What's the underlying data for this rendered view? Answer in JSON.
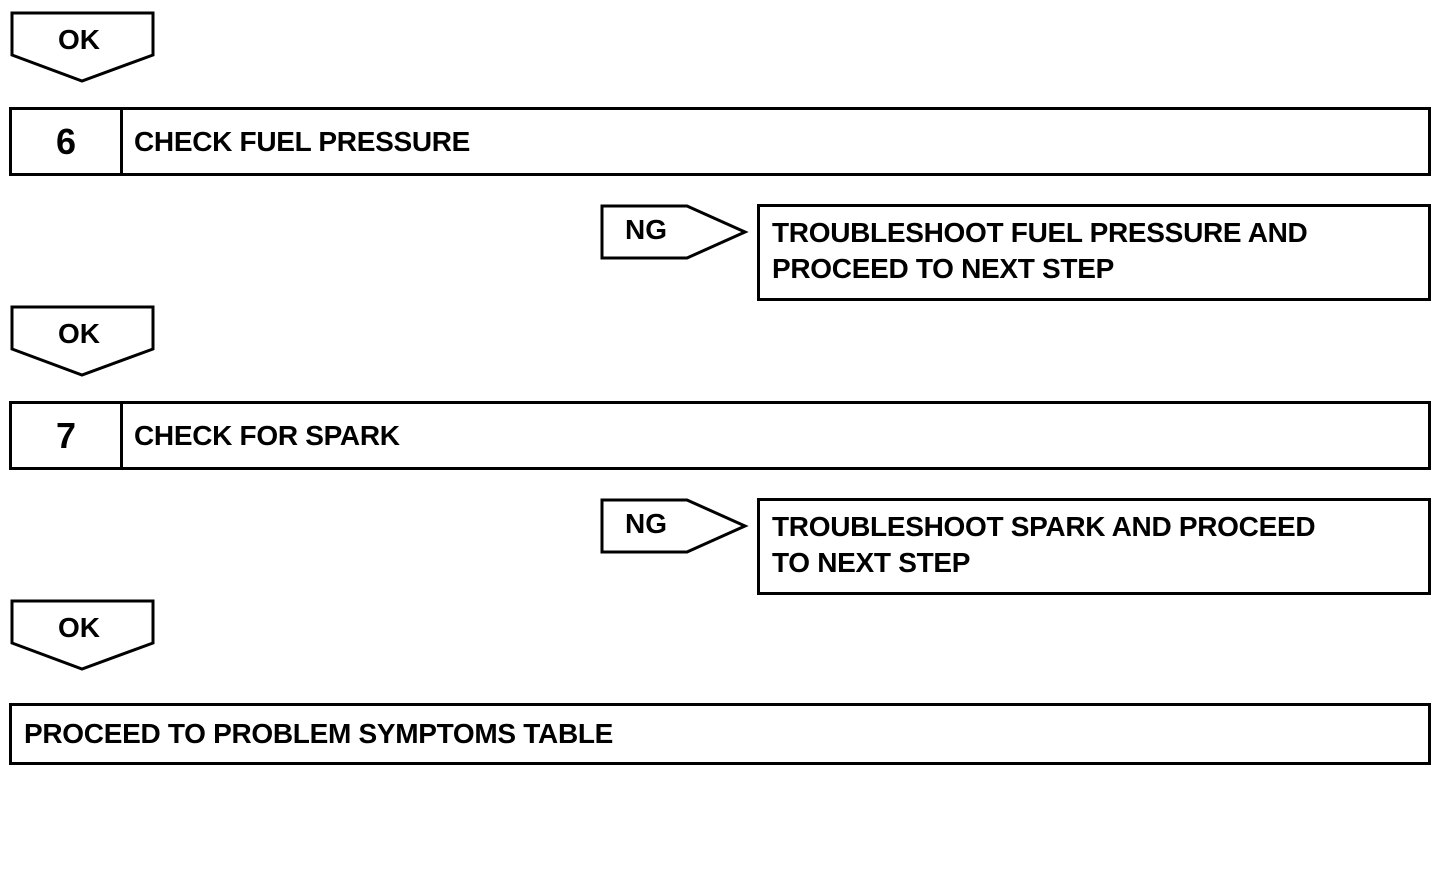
{
  "flow": {
    "ok_label": "OK",
    "ng_label": "NG",
    "steps": [
      {
        "number": "6",
        "text": "CHECK FUEL PRESSURE",
        "ng_action": [
          "TROUBLESHOOT FUEL PRESSURE AND",
          "PROCEED TO NEXT STEP"
        ]
      },
      {
        "number": "7",
        "text": "CHECK FOR SPARK",
        "ng_action": [
          "TROUBLESHOOT SPARK AND PROCEED",
          "TO NEXT STEP"
        ]
      }
    ],
    "final_text": "PROCEED TO PROBLEM SYMPTOMS TABLE"
  }
}
